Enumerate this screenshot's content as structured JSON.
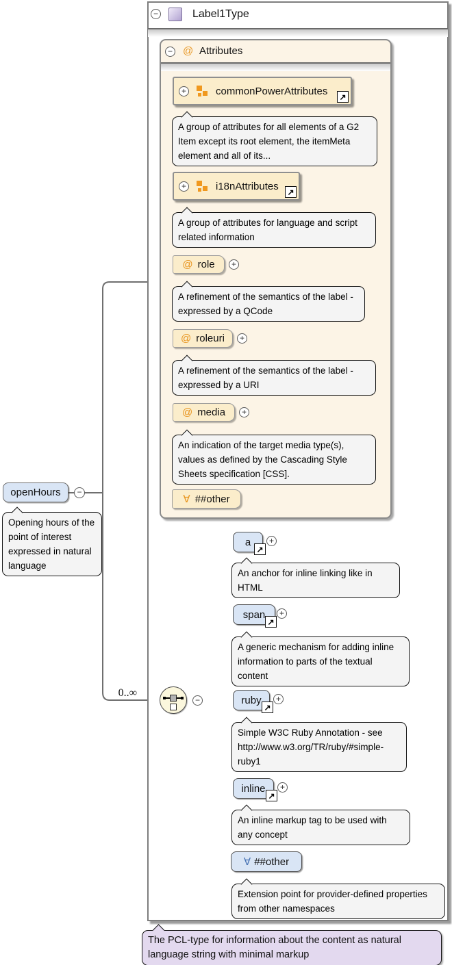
{
  "icons": {
    "plus": "+",
    "minus": "−",
    "link": "↗",
    "at": "@",
    "forall": "∀"
  },
  "palette": {
    "orange": "#e8951f",
    "element_blue": "#d9e5f5",
    "attr_cream": "#fbedcb",
    "section_beige": "#fcf4e6",
    "callout_gray": "#f4f4f4",
    "note_purple": "#e3d9ef"
  },
  "root": {
    "title": "Label1Type",
    "note": "The PCL-type for information about the content as natural language string with minimal markup"
  },
  "element": {
    "name": "openHours",
    "desc": "Opening hours of the point of interest expressed in natural language"
  },
  "occurrence": "0..∞",
  "attributes_section": {
    "title": "Attributes",
    "items": [
      {
        "name": "commonPowerAttributes",
        "desc": "A group of attributes for all elements of a G2 Item except its root element, the itemMeta element and all of its..."
      },
      {
        "name": "i18nAttributes",
        "desc": "A group of attributes for language and script related information"
      },
      {
        "name": "role",
        "desc": "A refinement of the semantics of the label - expressed by a QCode"
      },
      {
        "name": "roleuri",
        "desc": "A refinement of the semantics of the label - expressed by a URI"
      },
      {
        "name": "media",
        "desc": "An indication of the target media type(s), values as defined by the Cascading Style Sheets specification [CSS]."
      },
      {
        "name": "##other"
      }
    ]
  },
  "children": [
    {
      "name": "a",
      "desc": "An anchor for inline linking like in HTML"
    },
    {
      "name": "span",
      "desc": "A generic mechanism for adding inline information to parts of the textual content"
    },
    {
      "name": "ruby",
      "desc": "Simple W3C Ruby Annotation - see http://www.w3.org/TR/ruby/#simple-ruby1"
    },
    {
      "name": "inline",
      "desc": "An inline markup tag to be used with any concept"
    },
    {
      "name": "##other",
      "desc": "Extension point for provider-defined properties from other namespaces"
    }
  ]
}
